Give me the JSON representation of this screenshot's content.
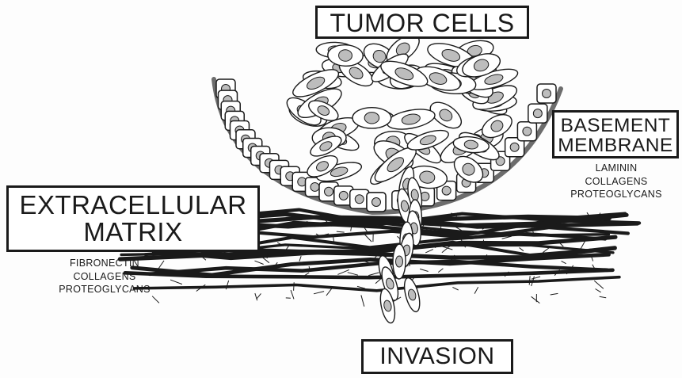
{
  "labels": {
    "tumor_cells": "TUMOR CELLS",
    "basement_membrane": [
      "BASEMENT",
      "MEMBRANE"
    ],
    "basement_membrane_components": [
      "LAMININ",
      "COLLAGENS",
      "PROTEOGLYCANS"
    ],
    "extracellular_matrix": [
      "EXTRACELLULAR",
      "MATRIX"
    ],
    "extracellular_matrix_components": [
      "FIBRONECTIN",
      "COLLAGENS",
      "PROTEOGLYCANS"
    ],
    "invasion": "INVASION"
  },
  "colors": {
    "ink": "#1a1a1a",
    "fill": "#ffffff",
    "nucleus": "#bdbdbd"
  }
}
